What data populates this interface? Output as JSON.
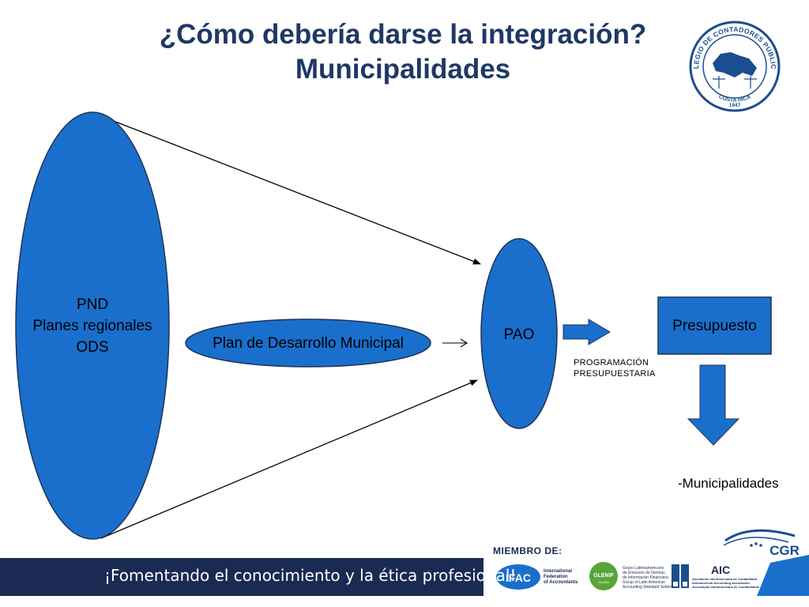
{
  "slide": {
    "title_line1": "¿Cómo debería darse la integración?",
    "title_line2": "Municipalidades"
  },
  "diagram": {
    "big_oval_lines": [
      "PND",
      "Planes regionales",
      "ODS"
    ],
    "plan_label": "Plan de Desarrollo Municipal",
    "pao_label": "PAO",
    "presupuesto_label": "Presupuesto",
    "programacion_line1": "PROGRAMACIÓN",
    "programacion_line2": "PRESUPUESTARIA",
    "municipalidades_label": "-Municipalidades",
    "colors": {
      "shape_fill": "#1a6fcc",
      "shape_stroke": "#1e3358",
      "title": "#1f3864"
    }
  },
  "logos": {
    "colegio_top": "COLEGIO DE CONTADORES PUBLICOS",
    "colegio_bottom": "COSTA RICA",
    "colegio_year": "1947",
    "cgr": "CGR"
  },
  "footer": {
    "tagline": "¡Fomentando el conocimiento y la ética profesional!",
    "miembro": "MIEMBRO DE:",
    "ifac": "IFAC",
    "ifac_line1": "International",
    "ifac_line2": "Federation",
    "ifac_line3": "of Accountants",
    "glenif": "GLENIF",
    "glenif_sub": "GLASS",
    "glenif_line1": "Grupo Latinoamericano",
    "glenif_line2": "de Emisores de Normas",
    "glenif_line3": "de Información Financiera",
    "glenif_line4": "Group of Latin American",
    "glenif_line5": "Accounting Standard Setters",
    "aic": "AIC",
    "aic_line1": "Asociación Interamericana de Contabilidad",
    "aic_line2": "Interamerican Accounting Association",
    "aic_line3": "Associação Interamericana de Contabilidade"
  }
}
